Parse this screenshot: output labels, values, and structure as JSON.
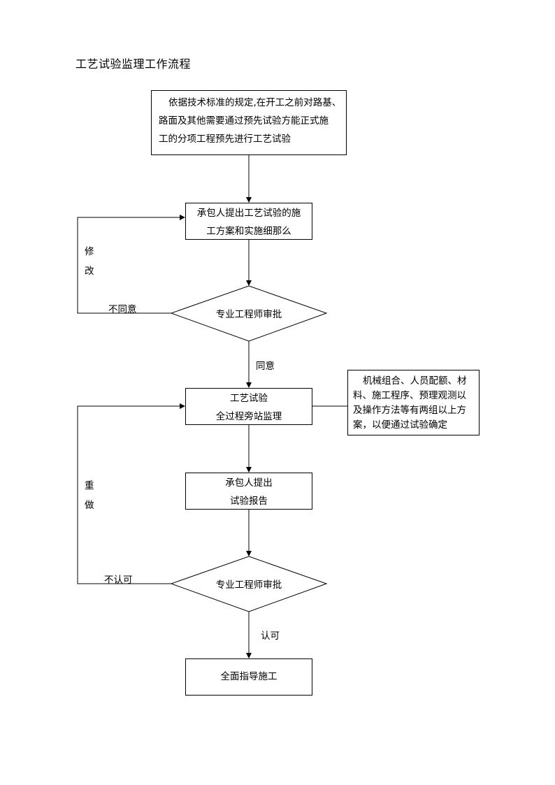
{
  "document": {
    "title": "工艺试验监理工作流程"
  },
  "nodes": {
    "basis": {
      "lines": [
        "依据技术标准的规定,在开工之前对路基、",
        "路面及其他需要通过预先试验方能正式施",
        "工的分项工程预先进行工艺试验"
      ]
    },
    "proposal": {
      "lines": [
        "承包人提出工艺试验的施",
        "工方案和实施细那么"
      ]
    },
    "review1": {
      "label": "专业工程师审批"
    },
    "trial": {
      "lines": [
        "工艺试验",
        "全过程旁站监理"
      ]
    },
    "note": {
      "lines": [
        "机械组合、人员配额、材",
        "料、施工程序、预理观测以",
        "及操作方法等有两组以上方",
        "案，以便通过试验确定"
      ]
    },
    "report": {
      "lines": [
        "承包人提出",
        "试验报告"
      ]
    },
    "review2": {
      "label": "专业工程师审批"
    },
    "construct": {
      "label": "全面指导施工"
    }
  },
  "edges": {
    "disagree": "不同意",
    "revise": [
      "修",
      "改"
    ],
    "agree": "同意",
    "not_approved": "不认可",
    "redo": [
      "重",
      "做"
    ],
    "approved": "认可"
  }
}
